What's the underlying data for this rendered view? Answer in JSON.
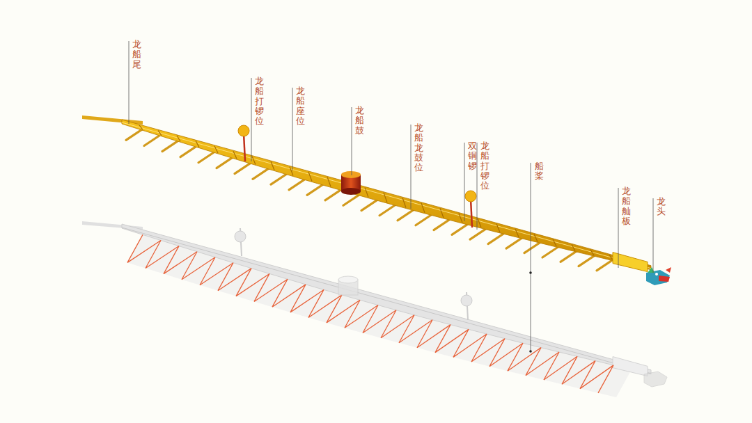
{
  "diagram": {
    "labels": [
      "龙船尾",
      "龙船打锣位",
      "龙船座位",
      "龙船鼓",
      "龙船龙鼓位",
      "双铜锣",
      "龙船打锣位",
      "船桨",
      "龙船舢板",
      "龙头"
    ]
  }
}
